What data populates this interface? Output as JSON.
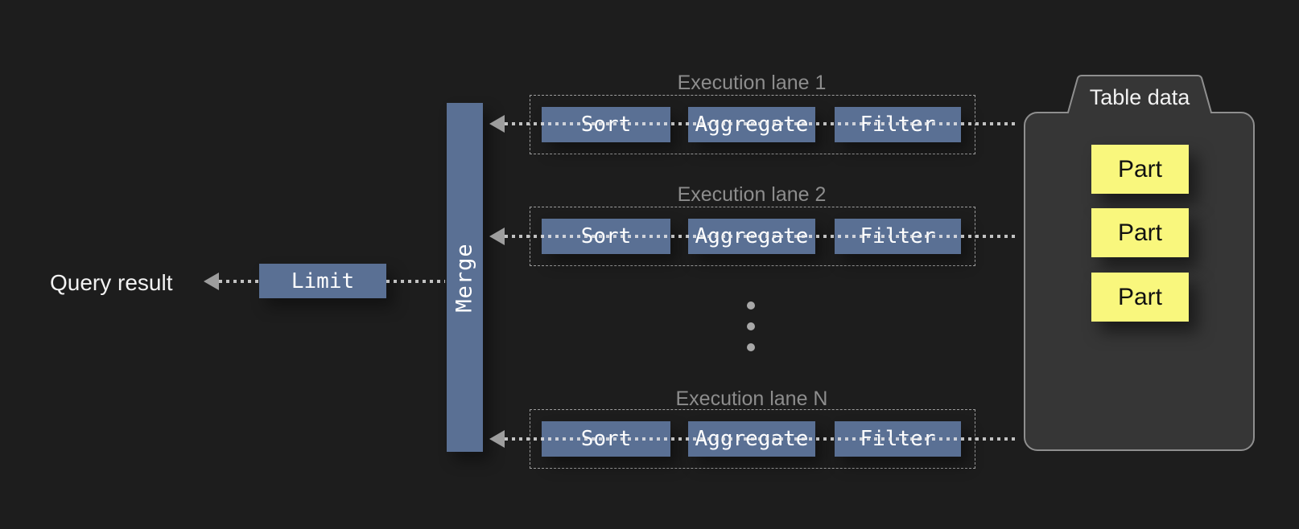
{
  "diagram": {
    "colors": {
      "background": "#1d1d1d",
      "operator_blue": "#5a7094",
      "part_yellow": "#f9f77d",
      "arrow_gray": "#9d9d9d",
      "container_gray": "#363636"
    },
    "query_result_label": "Query result",
    "limit_label": "Limit",
    "merge_label": "Merge",
    "lanes": [
      {
        "title": "Execution lane 1",
        "operators": [
          "Sort",
          "Aggregate",
          "Filter"
        ]
      },
      {
        "title": "Execution lane 2",
        "operators": [
          "Sort",
          "Aggregate",
          "Filter"
        ]
      },
      {
        "title": "Execution lane N",
        "operators": [
          "Sort",
          "Aggregate",
          "Filter"
        ]
      }
    ],
    "table_data": {
      "title": "Table data",
      "parts": [
        "Part",
        "Part",
        "Part"
      ]
    }
  }
}
